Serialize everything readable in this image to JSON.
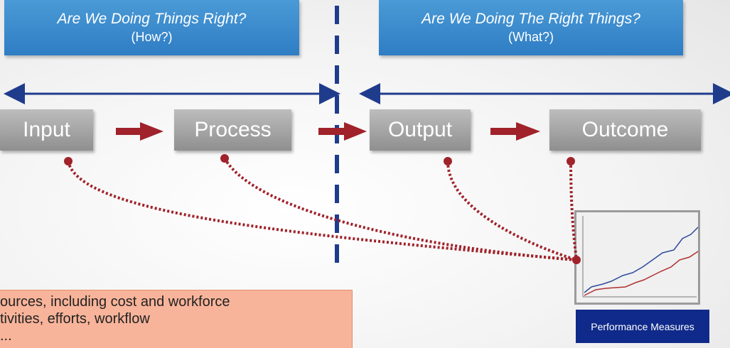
{
  "header_left": {
    "question": "Are We Doing Things Right?",
    "sub": "(How?)"
  },
  "header_right": {
    "question": "Are We Doing The Right Things?",
    "sub": "(What?)"
  },
  "stages": [
    "Input",
    "Process",
    "Output",
    "Outcome"
  ],
  "notes": [
    "ources, including cost and workforce",
    "tivities, efforts, workflow",
    "..."
  ],
  "performance_label": "Performance Measures",
  "colors": {
    "header_blue": "#3a8bcf",
    "stage_gray": "#a6a6a6",
    "arrow_red": "#a0222a",
    "divider_navy": "#1f3c8c",
    "note_orange": "#f8b49a",
    "label_navy": "#0f2a8a"
  }
}
